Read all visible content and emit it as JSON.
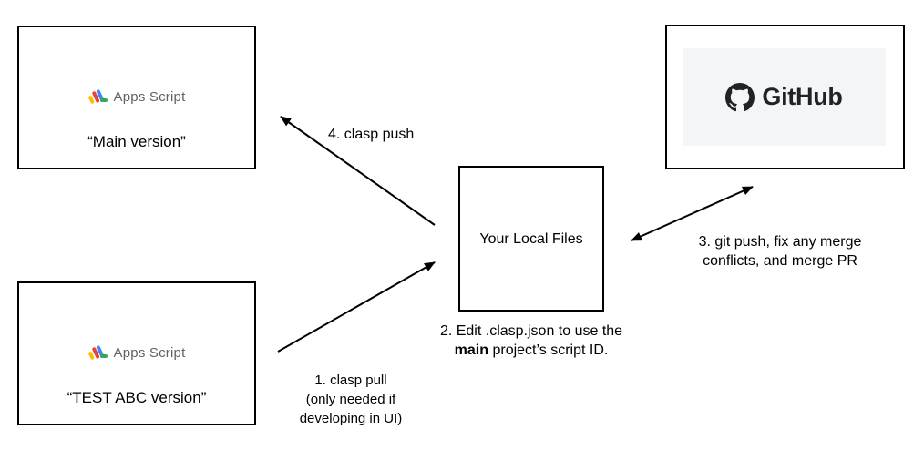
{
  "main_box": {
    "logo_text": "Apps Script",
    "caption": "“Main version”"
  },
  "test_box": {
    "logo_text": "Apps Script",
    "caption": "“TEST ABC version”"
  },
  "local_box": {
    "label": "Your Local Files"
  },
  "github_box": {
    "logo_text": "GitHub"
  },
  "steps": {
    "step1": [
      "1. clasp pull",
      "(only needed if",
      "developing in UI)"
    ],
    "step2": {
      "line1": "2. Edit .clasp.json to use the",
      "line2_bold": "main",
      "line2_rest": " project’s script ID."
    },
    "step3": [
      "3. git push, fix any merge",
      "conflicts, and merge PR"
    ],
    "step4": "4. clasp push"
  },
  "icons": [
    "apps-script-logo-icon",
    "github-octocat-icon"
  ]
}
